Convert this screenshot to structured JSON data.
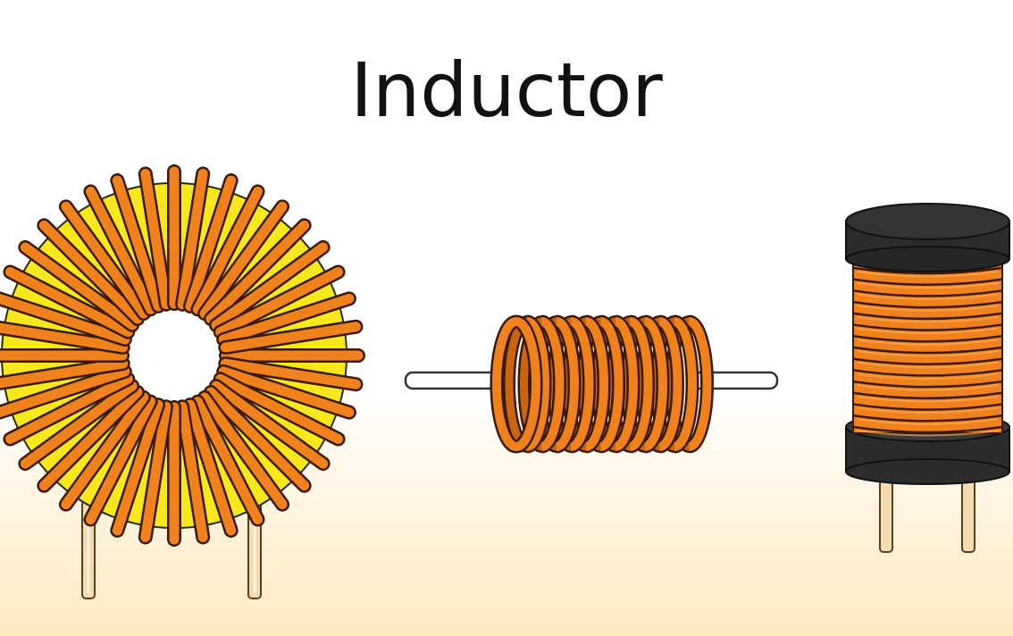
{
  "title": "Inductor",
  "components": [
    {
      "name": "toroidal-inductor",
      "icon": "toroidal-inductor-icon"
    },
    {
      "name": "air-core-axial-inductor",
      "icon": "axial-coil-icon"
    },
    {
      "name": "radial-drum-core-inductor",
      "icon": "radial-inductor-icon"
    }
  ],
  "colors": {
    "copper_wire": "#f0821e",
    "wire_outline": "#3a1a05",
    "ferrite_core": "#f7e81e",
    "lead": "#f2ddb0",
    "bobbin": "#2c2c2c",
    "background_bottom": "#ffe9c0"
  }
}
